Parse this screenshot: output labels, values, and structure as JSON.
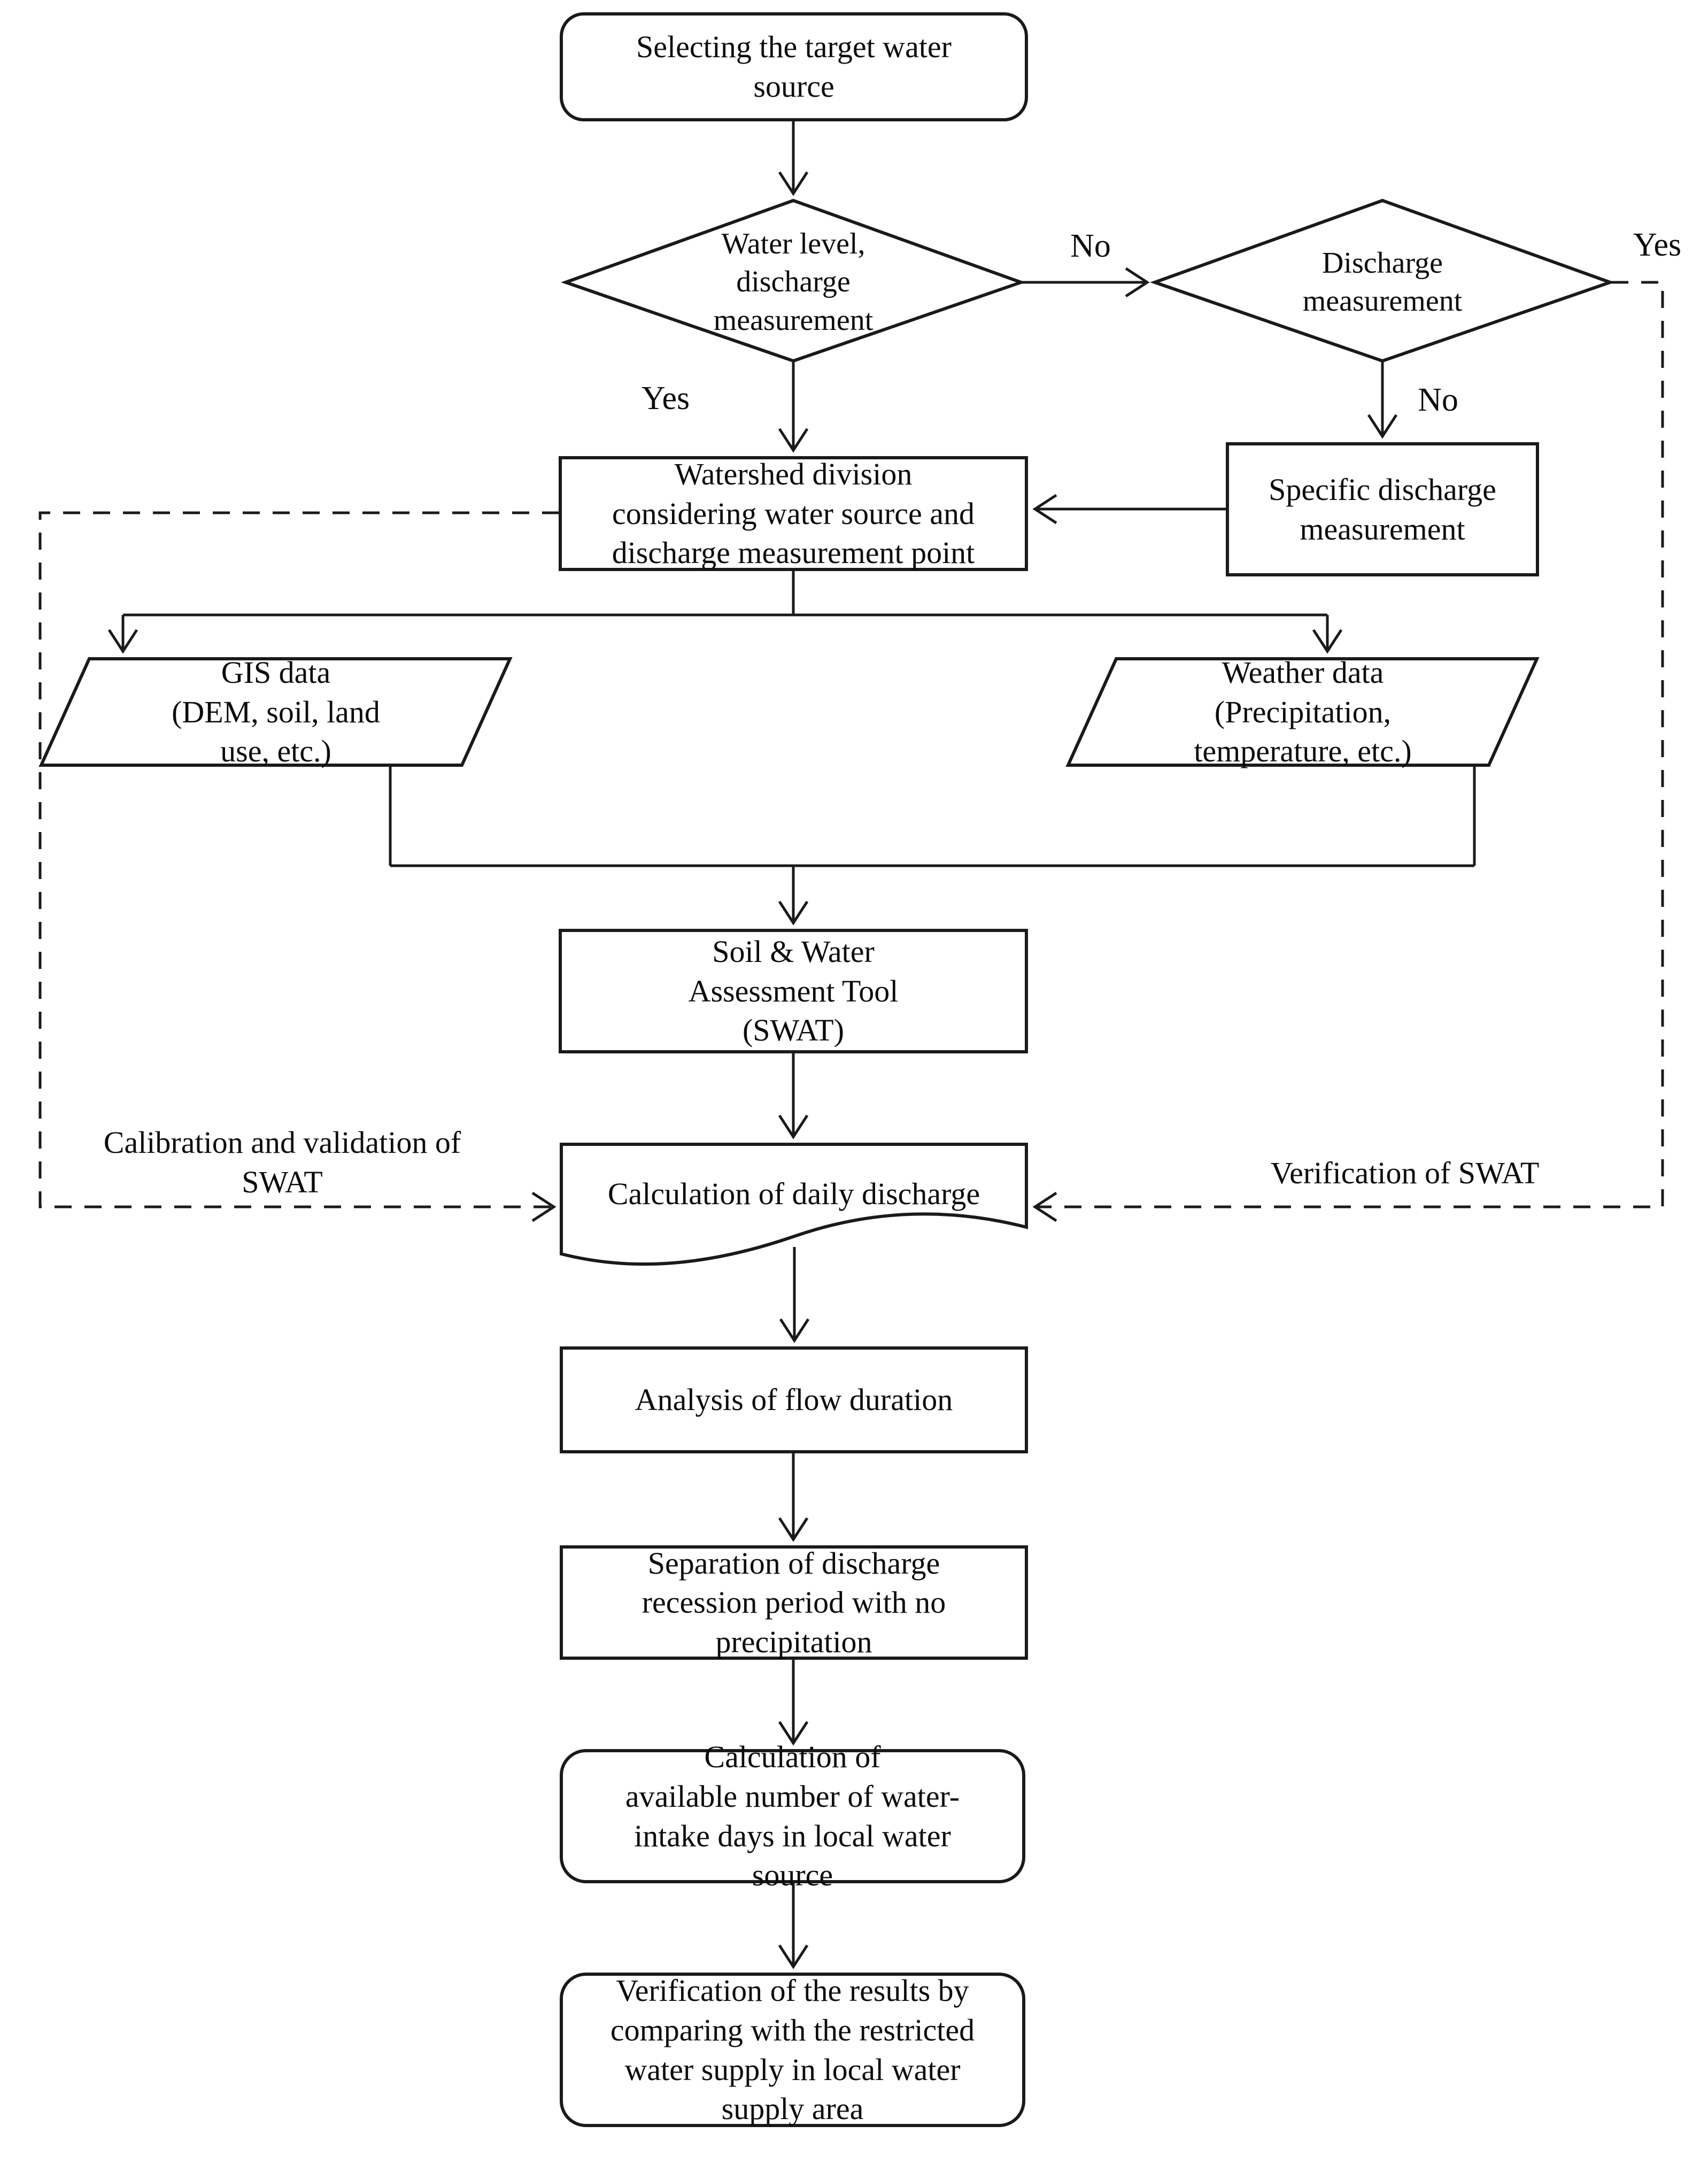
{
  "figure": {
    "background": "#ffffff",
    "line_color": "#1a1a1a",
    "text_color": "#0c0c0c",
    "nodes": {
      "start": {
        "shape": "rounded-rect",
        "label": "Selecting the target water\nsource"
      },
      "decision_water_level": {
        "shape": "diamond",
        "label": "Water level,\ndischarge\nmeasurement"
      },
      "decision_discharge": {
        "shape": "diamond",
        "label": "Discharge\nmeasurement"
      },
      "specific_discharge": {
        "shape": "rect",
        "label": "Specific discharge\nmeasurement"
      },
      "watershed_division": {
        "shape": "rect",
        "label": "Watershed division\nconsidering water source and\ndischarge measurement point"
      },
      "gis_data": {
        "shape": "parallelogram",
        "label": "GIS data\n(DEM, soil, land\nuse, etc.)"
      },
      "weather_data": {
        "shape": "parallelogram",
        "label": "Weather data\n(Precipitation,\ntemperature, etc.)"
      },
      "swat": {
        "shape": "rect",
        "label": "Soil & Water\nAssessment Tool\n(SWAT)"
      },
      "daily_discharge": {
        "shape": "document",
        "label": "Calculation of daily discharge"
      },
      "flow_duration": {
        "shape": "rect",
        "label": "Analysis of flow duration"
      },
      "recession_separation": {
        "shape": "rect",
        "label": "Separation of discharge\nrecession period with no\nprecipitation"
      },
      "intake_days": {
        "shape": "rounded-rect",
        "label": "Calculation of\navailable number of water-\nintake days in local water\nsource"
      },
      "result_verification": {
        "shape": "rounded-rect",
        "label": "Verification of the results by\ncomparing with the restricted\nwater supply in local water\nsupply area"
      }
    },
    "edge_labels": {
      "no_between_decisions": "No",
      "yes_feedback_right": "Yes",
      "yes_to_watershed": "Yes",
      "no_to_specific": "No",
      "calibration_note": "Calibration and validation of\nSWAT",
      "verification_note": "Verification of SWAT"
    }
  }
}
